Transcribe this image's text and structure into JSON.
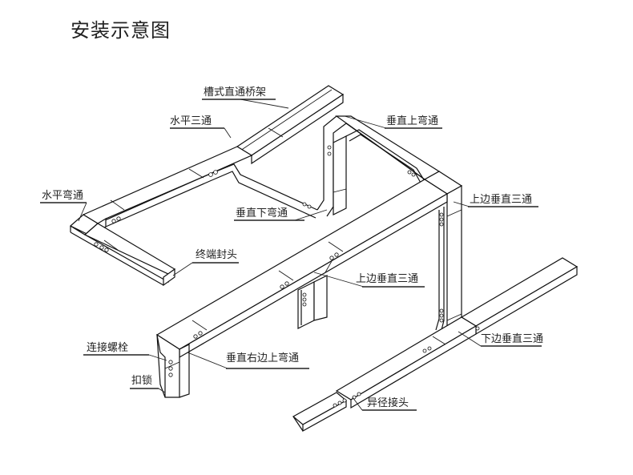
{
  "title": "安装示意图",
  "labels": {
    "straight_tray": "槽式直通桥架",
    "horizontal_tee": "水平三通",
    "vertical_up_bend": "垂直上弯通",
    "horizontal_bend": "水平弯通",
    "vertical_down_bend": "垂直下弯通",
    "upper_vertical_tee_right": "上边垂直三通",
    "end_cap": "终端封头",
    "upper_vertical_tee_center": "上边垂直三通",
    "connecting_bolt": "连接螺栓",
    "vertical_right_up_bend": "垂直右边上弯通",
    "lower_vertical_tee": "下边垂直三通",
    "lock_clip": "扣锁",
    "reducer": "异径接头"
  }
}
